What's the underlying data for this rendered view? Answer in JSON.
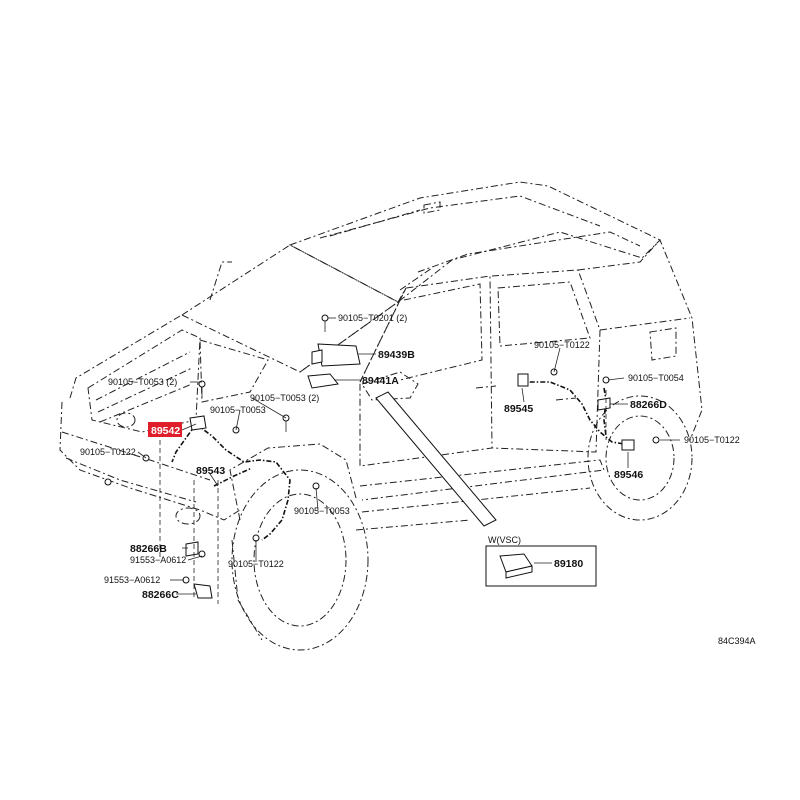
{
  "labels": {
    "p90105_T0201_2": "90105−T0201 (2)",
    "p89439B": "89439B",
    "p89441A": "89441A",
    "p90105_T0053_2_left": "90105−T0053 (2)",
    "p90105_T0053_2_mid": "90105−T0053 (2)",
    "p90105_T0053_a": "90105−T0053",
    "p89542": "89542",
    "p90105_T0122_left": "90105−T0122",
    "p89543": "89543",
    "p90105_T0053_b": "90105−T0053",
    "p88266B": "88266B",
    "p91553_A0612_a": "91553−A0612",
    "p90105_T0122_bottom": "90105−T0122",
    "p91553_A0612_b": "91553−A0612",
    "p88266C": "88266C",
    "p90105_T0122_rear": "90105−T0122",
    "p89545": "89545",
    "p90105_T0054": "90105−T0054",
    "p88266D": "88266D",
    "p90105_T0122_right": "90105−T0122",
    "p89546": "89546",
    "inset_title": "W(VSC)",
    "p89180": "89180",
    "diagram_code": "84C394A"
  },
  "highlight_color": "#e01e2b",
  "icons": {
    "bolt": "bolt-icon",
    "sensor": "speed-sensor-icon",
    "ecu": "actuator-ecu-icon"
  }
}
